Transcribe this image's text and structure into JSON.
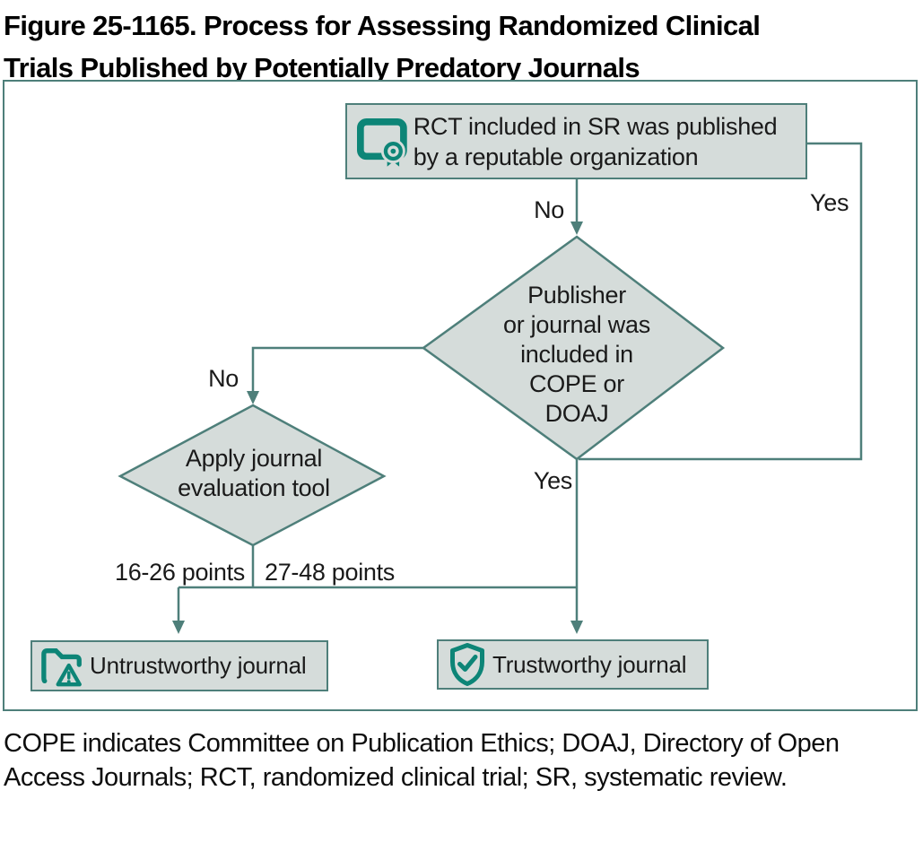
{
  "title": {
    "line1": "Figure 25-1165. Process for Assessing Randomized Clinical",
    "line2": "Trials Published by Potentially Predatory Journals"
  },
  "flowchart": {
    "start": {
      "label": "RCT included in SR was published by a reputable organization"
    },
    "decision_cope_doaj": {
      "lines": [
        "Publisher",
        "or journal was",
        "included in",
        "COPE or",
        "DOAJ"
      ]
    },
    "decision_eval_tool": {
      "lines": [
        "Apply journal",
        "evaluation tool"
      ]
    },
    "edge_labels": {
      "start_no": "No",
      "start_yes": "Yes",
      "cope_no": "No",
      "cope_yes": "Yes",
      "points_low": "16-26 points",
      "points_high": "27-48 points"
    },
    "outcomes": {
      "untrustworthy": "Untrustworthy journal",
      "trustworthy": "Trustworthy journal"
    },
    "icons": {
      "start": "certificate-icon",
      "untrustworthy": "folder-alert-icon",
      "trustworthy": "shield-check-icon"
    }
  },
  "footnote": {
    "line1": "COPE indicates Committee on Publication Ethics; DOAJ, Directory of Open",
    "line2": "Access Journals; RCT, randomized clinical trial; SR, systematic review."
  },
  "colors": {
    "node_fill": "#d5dcda",
    "node_stroke": "#4e7f7a",
    "connector": "#4e7f7a",
    "icon_teal": "#0d8577",
    "text": "#1a1a1a"
  }
}
